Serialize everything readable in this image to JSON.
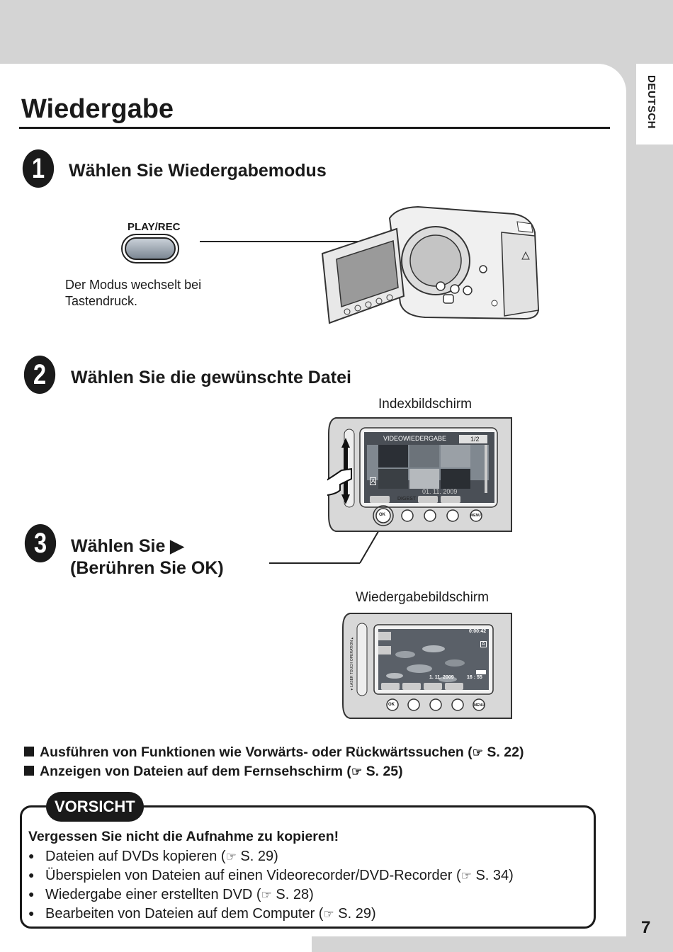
{
  "sidebar": {
    "language_tab": "DEUTSCH",
    "page_number": "7"
  },
  "page": {
    "title": "Wiedergabe"
  },
  "steps": [
    {
      "number": "1",
      "heading": "Wählen Sie Wiedergabemodus"
    },
    {
      "number": "2",
      "heading": "Wählen Sie die gewünschte Datei"
    },
    {
      "number": "3",
      "heading_line1": "Wählen Sie ▶",
      "heading_line2": "(Berühren Sie OK)"
    }
  ],
  "mode_button": {
    "label": "PLAY/REC",
    "note": [
      "Der Modus wechselt bei",
      "Tastendruck."
    ]
  },
  "index_screen": {
    "caption": "Indexbildschirm",
    "header": "VIDEOWIEDERGABE",
    "page_counter": "1/2",
    "date": "01. 11. 2009",
    "digest_button": "DIGEST",
    "ok_button": "OK",
    "menu_button": "MENU",
    "mode_letter": "A"
  },
  "playback_screen": {
    "caption": "Wiedergabebildschirm",
    "timecode": "0:00:42",
    "date": "1. 11. 2009",
    "time": "16 : 55",
    "side_label": "◂LASER TOUCH OPERATION▸",
    "ok_button": "OK",
    "menu_button": "MENU",
    "mode_letter": "A"
  },
  "references": [
    {
      "text": "Ausführen von Funktionen wie Vorwärts- oder Rückwärtssuchen (",
      "page": "S. 22)"
    },
    {
      "text": "Anzeigen von Dateien auf dem Fernsehschirm (",
      "page": "S. 25)"
    }
  ],
  "caution": {
    "badge": "VORSICHT",
    "heading": "Vergessen Sie nicht die Aufnahme zu kopieren!",
    "items": [
      {
        "text": "Dateien auf DVDs kopieren (",
        "page": "S. 29)"
      },
      {
        "text": "Überspielen von Dateien auf einen Videorecorder/DVD-Recorder (",
        "page": "S. 34)"
      },
      {
        "text": "Wiedergabe einer erstellten DVD (",
        "page": "S. 28)"
      },
      {
        "text": "Bearbeiten von Dateien auf dem Computer (",
        "page": "S. 29)"
      }
    ]
  },
  "icons": {
    "reference": "pointing-hand-icon"
  }
}
